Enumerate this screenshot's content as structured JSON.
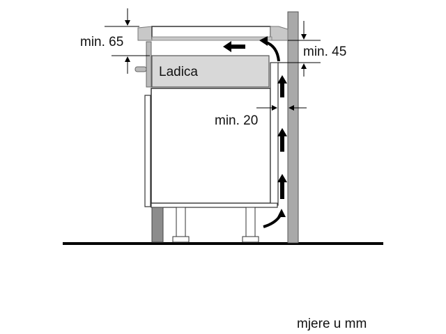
{
  "labels": {
    "drawer": "Ladica",
    "clearance_top": "min. 65",
    "clearance_right": "min. 45",
    "clearance_wall": "min. 20",
    "units_note": "mjere u mm"
  },
  "colors": {
    "wall": "#a9a9a9",
    "cooktop": "#c8c8c8",
    "drawer": "#d8d8d8",
    "plinth": "#8c8c8c",
    "floor": "#000000",
    "arrows": "#000000"
  }
}
